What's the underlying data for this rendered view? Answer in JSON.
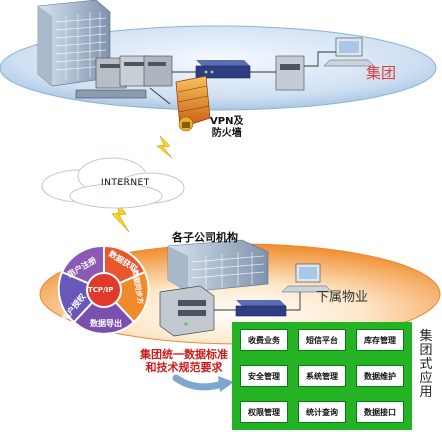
{
  "group": {
    "label": "集团"
  },
  "vpn": {
    "label_line1": "VPN及",
    "label_line2": "防火墙"
  },
  "internet": {
    "label": "INTERNET"
  },
  "branch": {
    "title": "各子公司机构",
    "label": "下属物业"
  },
  "wheel": {
    "center": "TCP/IP",
    "items": [
      "数据获取",
      "数据同步方",
      "数据导出",
      "用户授权",
      "用户注册"
    ]
  },
  "note": {
    "line1": "集团统一数据标准",
    "line2": "和技术规范要求"
  },
  "apps": {
    "title": "集团式应用",
    "items": [
      "收费业务",
      "短信平台",
      "库存管理",
      "安全管理",
      "系统管理",
      "数据维护",
      "权限管理",
      "统计查询",
      "数据接口"
    ]
  },
  "colors": {
    "green": "#24b324",
    "orange": "#e07c22",
    "sky": "#9dc3e6",
    "red": "#d9403a"
  }
}
